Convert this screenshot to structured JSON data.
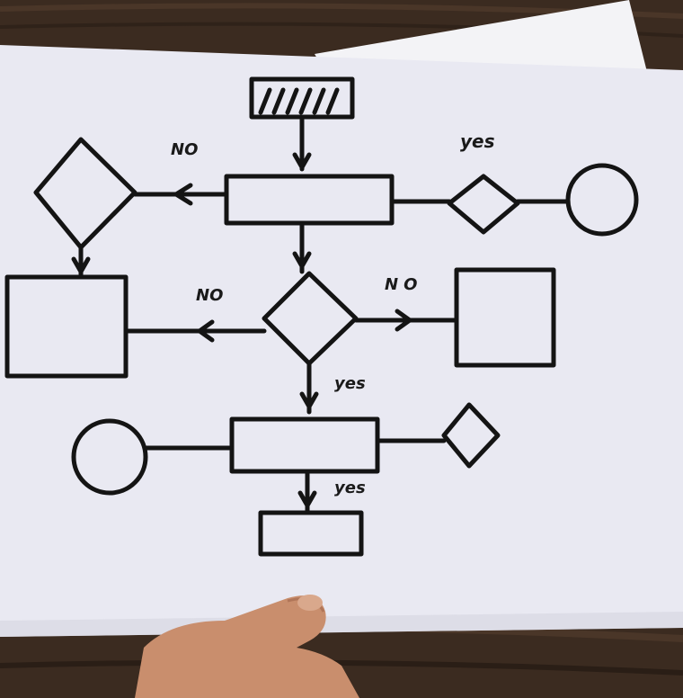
{
  "labels": {
    "no_top_left": "NO",
    "yes_top_right": "yes",
    "no_middle_left": "NO",
    "no_middle_right": "NO",
    "yes_below_decision": "yes",
    "yes_bottom": "yes"
  },
  "colors": {
    "ink": "#141414",
    "paper": "#e9e9f2",
    "back_sheet": "#f3f3f6",
    "table": "#3b2b20",
    "skin": "#c98e6d"
  }
}
